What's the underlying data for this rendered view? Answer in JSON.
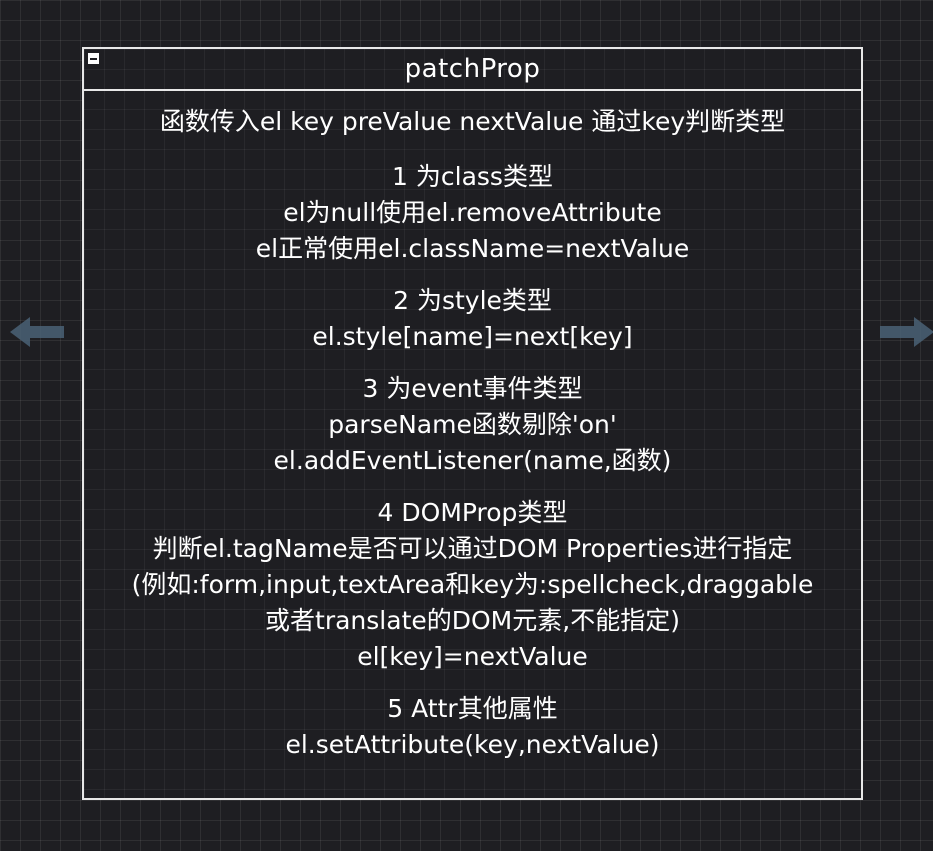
{
  "card": {
    "title": "patchProp",
    "intro": "函数传入el key preValue nextValue 通过key判断类型",
    "sections": [
      {
        "heading": "1  为class类型",
        "lines": [
          "el为null使用el.removeAttribute",
          "el正常使用el.className=nextValue"
        ]
      },
      {
        "heading": "2  为style类型",
        "lines": [
          "el.style[name]=next[key]"
        ]
      },
      {
        "heading": "3  为event事件类型",
        "lines": [
          "parseName函数剔除'on'",
          "el.addEventListener(name,函数)"
        ]
      },
      {
        "heading": "4  DOMProp类型",
        "lines": [
          "判断el.tagName是否可以通过DOM Properties进行指定",
          "(例如:form,input,textArea和key为:spellcheck,draggable",
          "或者translate的DOM元素,不能指定)",
          "el[key]=nextValue"
        ]
      },
      {
        "heading": "5  Attr其他属性",
        "lines": [
          "el.setAttribute(key,nextValue)"
        ]
      }
    ]
  },
  "icons": {
    "collapse": "minus-square-icon",
    "prev": "arrow-left-icon",
    "next": "arrow-right-icon"
  },
  "colors": {
    "background": "#1e1e22",
    "stroke": "#e8e8e8",
    "text": "#ffffff",
    "arrow": "#4a6276"
  }
}
